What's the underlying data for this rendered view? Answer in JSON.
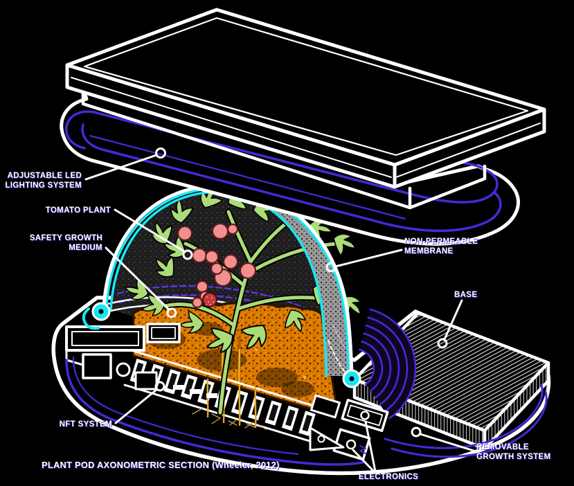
{
  "title": "PLANT POD AXONOMETRIC SECTION (Wheeler, 2012)",
  "labels": {
    "led": {
      "line1": "ADJUSTABLE LED",
      "line2": "LIGHTING SYSTEM"
    },
    "tomato": {
      "line1": "TOMATO PLANT"
    },
    "medium": {
      "line1": "SAFETY GROWTH",
      "line2": "MEDIUM"
    },
    "membrane": {
      "line1": "NON-PERMEABLE",
      "line2": "MEMBRANE"
    },
    "base": {
      "line1": "BASE"
    },
    "nft": {
      "line1": "NFT SYSTEM"
    },
    "removable": {
      "line1": "REMOVABLE",
      "line2": "GROWTH SYSTEM"
    },
    "electronics": {
      "line1": "ELECTRONICS"
    }
  },
  "colors": {
    "background": "#000000",
    "line_white": "#ffffff",
    "accent_purple": "#4a27d8",
    "accent_cyan": "#1ae6f2",
    "plant_green": "#abdc78",
    "tomato_pink": "#f29090",
    "strawberry_red": "#c03a3a",
    "medium_orange": "#e07c00",
    "membrane_gray": "#9a9a9a",
    "root_yellow": "#e8a820"
  }
}
